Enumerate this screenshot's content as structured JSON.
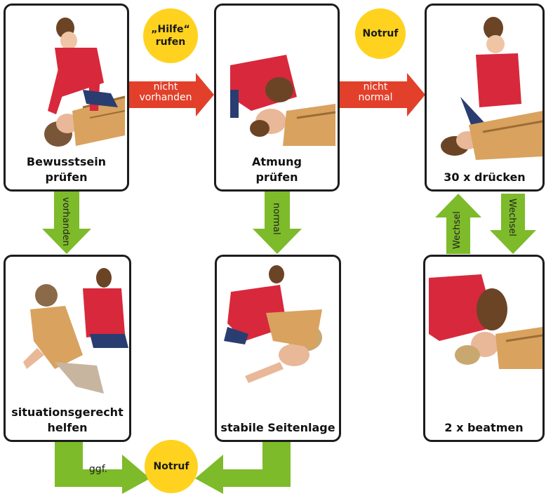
{
  "cards": {
    "bewusstsein": {
      "line1": "Bewusstsein",
      "line2": "prüfen"
    },
    "atmung": {
      "line1": "Atmung",
      "line2": "prüfen"
    },
    "druecken": {
      "line1": "30 x drücken"
    },
    "helfen": {
      "line1": "situationsgerecht",
      "line2": "helfen"
    },
    "seitenlage": {
      "line1": "stabile Seitenlage"
    },
    "beatmen": {
      "line1": "2 x beatmen"
    }
  },
  "circles": {
    "hilfe": {
      "line1": "„Hilfe“",
      "line2": "rufen"
    },
    "notruf_top": {
      "line1": "Notruf"
    },
    "notruf_bottom": {
      "line1": "Notruf"
    }
  },
  "arrows": {
    "nicht_vorhanden": {
      "line1": "nicht",
      "line2": "vorhanden"
    },
    "nicht_normal": {
      "line1": "nicht",
      "line2": "normal"
    },
    "vorhanden": "vorhanden",
    "normal": "normal",
    "wechsel_up": "Wechsel",
    "wechsel_down": "Wechsel",
    "ggf": "ggf."
  },
  "colors": {
    "red_arrow": "#e2402a",
    "green_arrow": "#7dbb2a",
    "circle": "#ffd21f",
    "border": "#1c1c1c"
  }
}
